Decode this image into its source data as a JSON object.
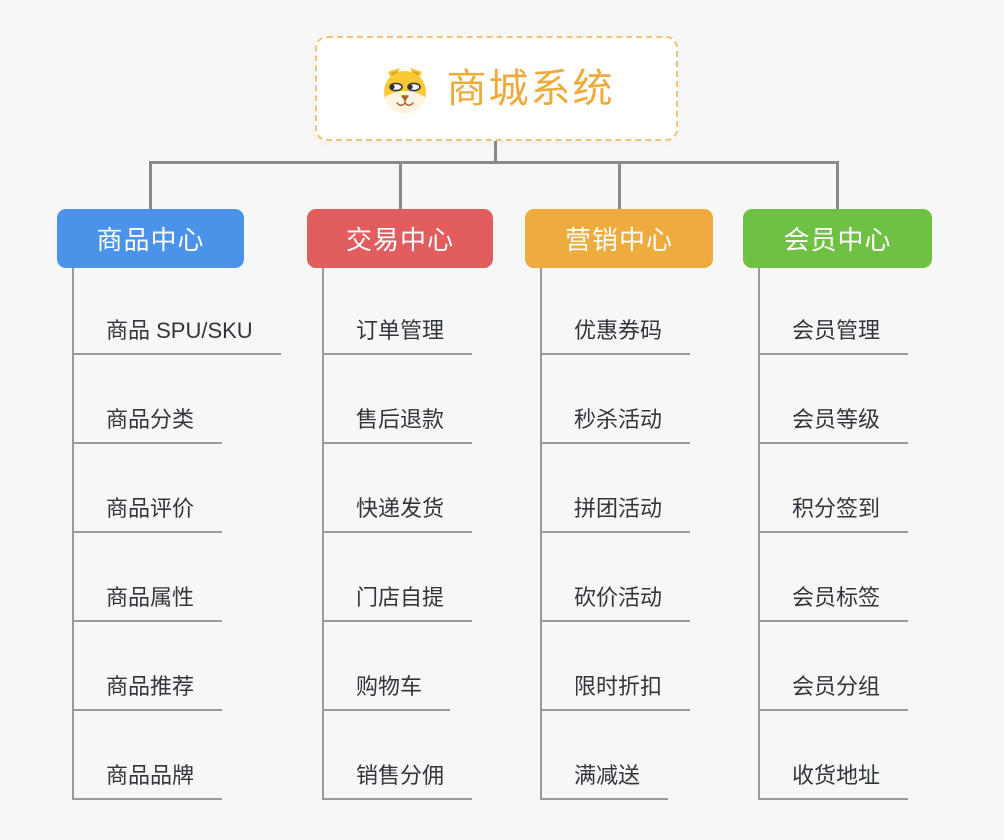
{
  "page": {
    "background": "#f7f7f7"
  },
  "root": {
    "title": "商城系统",
    "icon": "dog-face-icon",
    "title_color": "#eeab3c",
    "border_color": "#f2c277"
  },
  "connector_color": "#8a8a8a",
  "branches": [
    {
      "label": "商品中心",
      "color": "#4b93e8",
      "items": [
        "商品 SPU/SKU",
        "商品分类",
        "商品评价",
        "商品属性",
        "商品推荐",
        "商品品牌"
      ]
    },
    {
      "label": "交易中心",
      "color": "#e25d5d",
      "items": [
        "订单管理",
        "售后退款",
        "快递发货",
        "门店自提",
        "购物车",
        "销售分佣"
      ]
    },
    {
      "label": "营销中心",
      "color": "#edac3d",
      "items": [
        "优惠券码",
        "秒杀活动",
        "拼团活动",
        "砍价活动",
        "限时折扣",
        "满减送"
      ]
    },
    {
      "label": "会员中心",
      "color": "#6fc143",
      "items": [
        "会员管理",
        "会员等级",
        "积分签到",
        "会员标签",
        "会员分组",
        "收货地址"
      ]
    }
  ]
}
